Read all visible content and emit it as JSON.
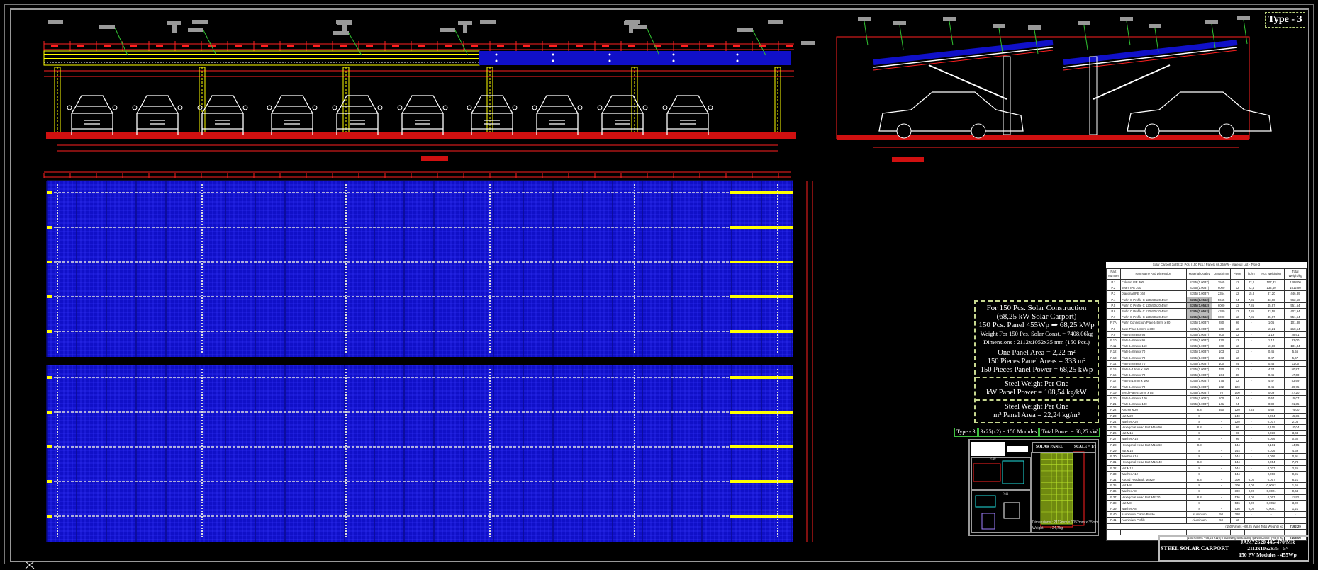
{
  "type_label": "Type - 3",
  "colors": {
    "background": "#000000",
    "steel": "#ffff00",
    "panel": "#1010c8",
    "dimension": "#ff2020",
    "leader": "#30c030",
    "car": "#ffffff",
    "frame": "#999999"
  },
  "info_box": {
    "title1": "For 150 Pcs. Solar Construction",
    "title2": "(68,25 kW Solar Carport)",
    "panel_line_left": "150 Pcs. Panel 455Wp",
    "panel_line_arrow": "➡",
    "panel_line_right": "68,25 kWp",
    "weight": "Weight For 150 Pcs. Solar Const. = 7408,06kg",
    "dimensions": "Dimensions : 2112x1052x35 mm (150 Pcs.)",
    "one_panel_area": "One Panel Area =    2,22 m²",
    "pieces_area": "150 Pieces Panel Areas = 333 m²",
    "pieces_power": "150 Pieces Panel Power =  68,25 kWp",
    "steel_per_kw_1": "Steel Weight Per One",
    "steel_per_kw_2": "kW Panel Power = 108,54 kg/kW",
    "steel_per_m2_1": "Steel Weight Per One",
    "steel_per_m2_2": "m² Panel Area = 22,24 kg/m²"
  },
  "type_bar": {
    "type": "Type - 3",
    "modules": "3x25(x2) = 150 Modules",
    "power": "Total Power = 68,25 kW"
  },
  "panel_detail": {
    "header": "SOLAR PANEL",
    "scale": "SCALE = 1/1",
    "part_a": "P.40",
    "part_b": "P.41",
    "dimensions": "Dimensions : 2112mm x 1052mm x 35mm",
    "weight": "Weight       : 24,7kg"
  },
  "material_table": {
    "title": "Solar Carport 3x25(x2) Pcs. (150 Pcs.) Panels 68,25 kW - Material List - Type-3",
    "columns": [
      "Part Number",
      "Part Name And Dimension",
      "Material Quality",
      "Length/mm",
      "Piece",
      "kg/m",
      "Pcs Weight/kg",
      "Total Weight/kg"
    ],
    "rows": [
      [
        "P.1",
        "Column IPE 300",
        "S355 (1.0037)",
        "2565",
        "12",
        "42,2",
        "107,33",
        "1288,00",
        false
      ],
      [
        "P.2",
        "Beam IPE 200",
        "S355 (1.0037)",
        "6000",
        "12",
        "22,4",
        "134,40",
        "1612,80",
        false
      ],
      [
        "P.3",
        "Diagonal IPE 160",
        "S355 (1.0037)",
        "2354",
        "12",
        "15,8",
        "37,20",
        "446,39",
        false
      ],
      [
        "P.4",
        "Purlin C Profile C 120x50x20 4mm",
        "S355 (1.0562)",
        "5665",
        "24",
        "7,86",
        "43,98",
        "962,58",
        true
      ],
      [
        "P.5",
        "Purlin C Profile C 120x50x20 4mm",
        "S355 (1.0562)",
        "6000",
        "12",
        "7,86",
        "45,97",
        "551,64",
        true
      ],
      [
        "P.6",
        "Purlin C Profile C 120x50x20 4mm",
        "S355 (1.0562)",
        "4380",
        "12",
        "7,86",
        "33,58",
        "402,94",
        true
      ],
      [
        "P.7",
        "Purlin C Profile C 120x50x20 4mm",
        "S355 (1.0562)",
        "6000",
        "12",
        "7,86",
        "45,97",
        "551,64",
        true
      ],
      [
        "P.7A",
        "Purlin Connection Plate t=5mm x 80",
        "S355 (1.0037)",
        "280",
        "96",
        "-",
        "1,06",
        "101,38",
        false
      ],
      [
        "P.8",
        "Base Plate t=8mm x 300",
        "S355 (1.0037)",
        "500",
        "12",
        "-",
        "18,21",
        "218,54",
        false
      ],
      [
        "P.9",
        "Plate t=8mm x 96",
        "S355 (1.0037)",
        "200",
        "12",
        "-",
        "1,19",
        "28,61",
        false
      ],
      [
        "P.10",
        "Plate t=8mm x 96",
        "S355 (1.0037)",
        "270",
        "12",
        "-",
        "1,14",
        "32,00",
        false
      ],
      [
        "P.11",
        "Plate t=8mm x 150",
        "S355 (1.0037)",
        "500",
        "12",
        "-",
        "10,86",
        "131,34",
        false
      ],
      [
        "P.12",
        "Plate t=8mm x 70",
        "S355 (1.0037)",
        "103",
        "12",
        "-",
        "0,46",
        "5,56",
        false
      ],
      [
        "P.13",
        "Plate t=8mm x 70",
        "S355 (1.0037)",
        "103",
        "12",
        "-",
        "0,47",
        "5,67",
        false
      ],
      [
        "P.14",
        "Plate t=8mm x 70",
        "S355 (1.0037)",
        "100",
        "24",
        "-",
        "0,46",
        "11,00",
        false
      ],
      [
        "P.15",
        "Plate t=12mm x 100",
        "S355 (1.0037)",
        "450",
        "12",
        "-",
        "4,24",
        "50,87",
        false
      ],
      [
        "P.16",
        "Plate t=8mm x 70",
        "S355 (1.0037)",
        "164",
        "48",
        "-",
        "0,46",
        "17,00",
        false
      ],
      [
        "P.17",
        "Plate t=12mm x 100",
        "S355 (1.0037)",
        "475",
        "12",
        "-",
        "4,47",
        "53,69",
        false
      ],
      [
        "P.18",
        "Plate t=8mm x 70",
        "S355 (1.0037)",
        "102",
        "120",
        "-",
        "0,46",
        "49,75",
        false
      ],
      [
        "P.19",
        "Bend Plate t=3mm x 55",
        "S355 (1.0037)",
        "70",
        "100",
        "-",
        "0,09",
        "27,20",
        false
      ],
      [
        "P.20",
        "Plate t=8mm x 100",
        "S355 (1.0037)",
        "100",
        "24",
        "-",
        "0,64",
        "15,07",
        false
      ],
      [
        "P.21",
        "Plate t=8mm x 100",
        "S355 (1.0037)",
        "141",
        "24",
        "-",
        "0,89",
        "21,35",
        false
      ],
      [
        "P.22",
        "Anchor M20",
        "8.8",
        "350",
        "120",
        "2,46",
        "0,62",
        "74,00",
        false
      ],
      [
        "P.23",
        "Nut M20",
        "8",
        "-",
        "240",
        "-",
        "0,064",
        "15,36",
        false
      ],
      [
        "P.24",
        "Washer A20",
        "8",
        "-",
        "120",
        "-",
        "0,017",
        "2,06",
        false
      ],
      [
        "P.25",
        "Hexagonal Head Bolt M16x50",
        "8.8",
        "-",
        "96",
        "-",
        "0,105",
        "10,04",
        false
      ],
      [
        "P.26",
        "Nut M16",
        "8",
        "-",
        "96",
        "-",
        "0,036",
        "3,44",
        false
      ],
      [
        "P.27",
        "Washer A16",
        "8",
        "-",
        "96",
        "-",
        "0,006",
        "0,60",
        false
      ],
      [
        "P.28",
        "Hexagonal Head Bolt M16x60",
        "8.8",
        "-",
        "144",
        "-",
        "0,101",
        "14,55",
        false
      ],
      [
        "P.29",
        "Nut M16",
        "8",
        "-",
        "144",
        "-",
        "0,036",
        "4,69",
        false
      ],
      [
        "P.30",
        "Washer A16",
        "8",
        "-",
        "144",
        "-",
        "0,006",
        "0,91",
        false
      ],
      [
        "P.31",
        "Hexagonal Head Bolt M12x40",
        "8.8",
        "-",
        "144",
        "-",
        "0,054",
        "7,73",
        false
      ],
      [
        "P.32",
        "Nut M12",
        "8",
        "-",
        "144",
        "-",
        "0,017",
        "2,45",
        false
      ],
      [
        "P.33",
        "Washer A12",
        "8",
        "-",
        "144",
        "-",
        "0,006",
        "0,91",
        false
      ],
      [
        "P.34",
        "Round Head Bolt M8x20",
        "8.8",
        "-",
        "300",
        "0,00",
        "0,007",
        "6,21",
        false
      ],
      [
        "P.35",
        "Nut M8",
        "8",
        "-",
        "300",
        "0,00",
        "0,0052",
        "1,56",
        false
      ],
      [
        "P.36",
        "Washer A8",
        "8",
        "-",
        "300",
        "0,00",
        "0,0021",
        "0,64",
        false
      ],
      [
        "P.37",
        "Hexagonal Head Bolt M8x30",
        "8.8",
        "-",
        "536",
        "0,00",
        "0,007",
        "11,92",
        false
      ],
      [
        "P.38",
        "Nut M8",
        "8",
        "-",
        "536",
        "0,00",
        "0,0052",
        "3,00",
        false
      ],
      [
        "P.39",
        "Washer A8",
        "8",
        "-",
        "536",
        "0,00",
        "0,0021",
        "1,21",
        false
      ],
      [
        "P.40",
        "Aluminium Clamp Profile",
        "Aluminium",
        "50",
        "298",
        "-",
        "-",
        "-",
        false
      ],
      [
        "P.41",
        "Aluminium Profile",
        "Aluminium",
        "50",
        "12",
        "-",
        "-",
        "-",
        false
      ]
    ],
    "total_label": "(150 Panels - 68,25 kWp) Total Weight / kg",
    "total_value": "7192,29",
    "total_galv_label": "(150 Panels - 68,25 kWp) Total Weight including galvanization (%3) / kg",
    "total_galv_value": "7408,06"
  },
  "title_block": {
    "name": "STEEL SOLAR CARPORT",
    "line1": "JAM72S20 445-470/MR",
    "line2": "2112x1052x35  -  5°",
    "line3": "150 PV Modules - 455Wp"
  },
  "drawing": {
    "front_cars": 10,
    "front_columns": 6,
    "plan_rows": 2
  }
}
